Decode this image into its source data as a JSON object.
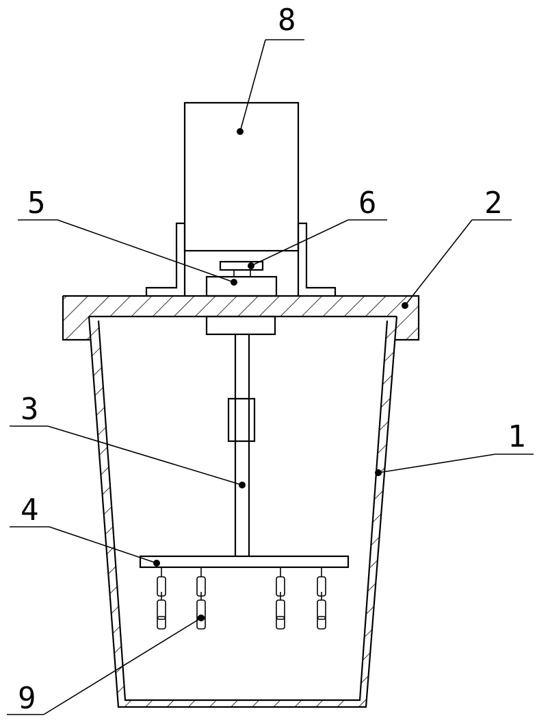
{
  "labels": {
    "bucket": "1",
    "cover": "2",
    "shaft": "3",
    "disc": "4",
    "bearing_seat": "5",
    "coupling": "6",
    "motor": "8",
    "chains": "9"
  },
  "colors": {
    "line": "#000000",
    "background": "#ffffff"
  }
}
